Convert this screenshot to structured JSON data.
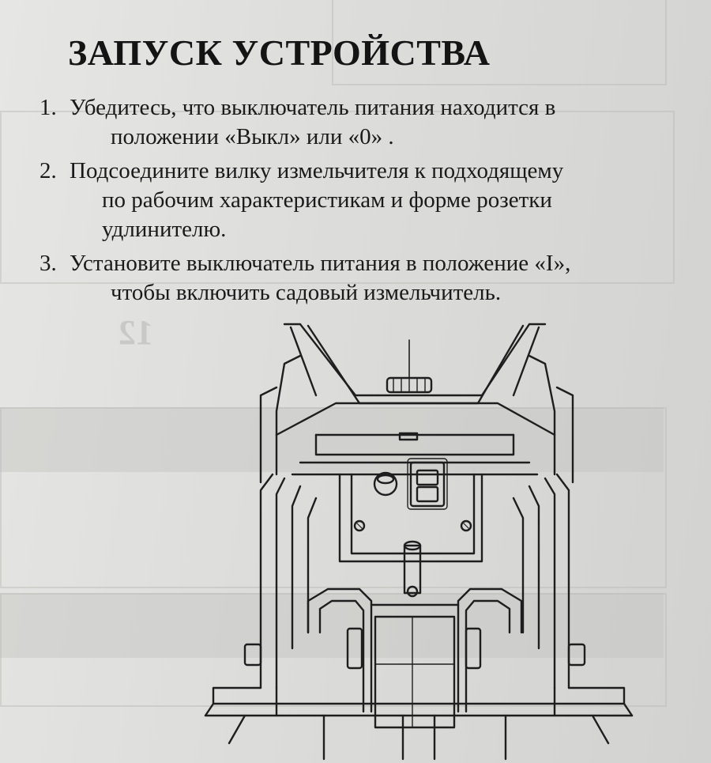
{
  "title": "ЗАПУСК УСТРОЙСТВА",
  "steps": [
    {
      "number": "1.",
      "line1": "Убедитесь, что выключатель питания находится в",
      "line2": "положении «Выкл» или «0» ."
    },
    {
      "number": "2.",
      "line1": "Подсоедините  вилку  измельчителя к подходящему",
      "line2": "по рабочим характеристикам  и форме  розетки",
      "line3": "удлинителю."
    },
    {
      "number": "3.",
      "line1": "Установите выключатель питания в положение «I»,",
      "line2": "чтобы включить садовый измельчитель."
    }
  ],
  "figure": {
    "icon": "garden-shredder-switch-illustration"
  },
  "colors": {
    "paper": "#dcdcda",
    "ink": "#1a1a1a",
    "bleed_through": "#9a9a98"
  }
}
